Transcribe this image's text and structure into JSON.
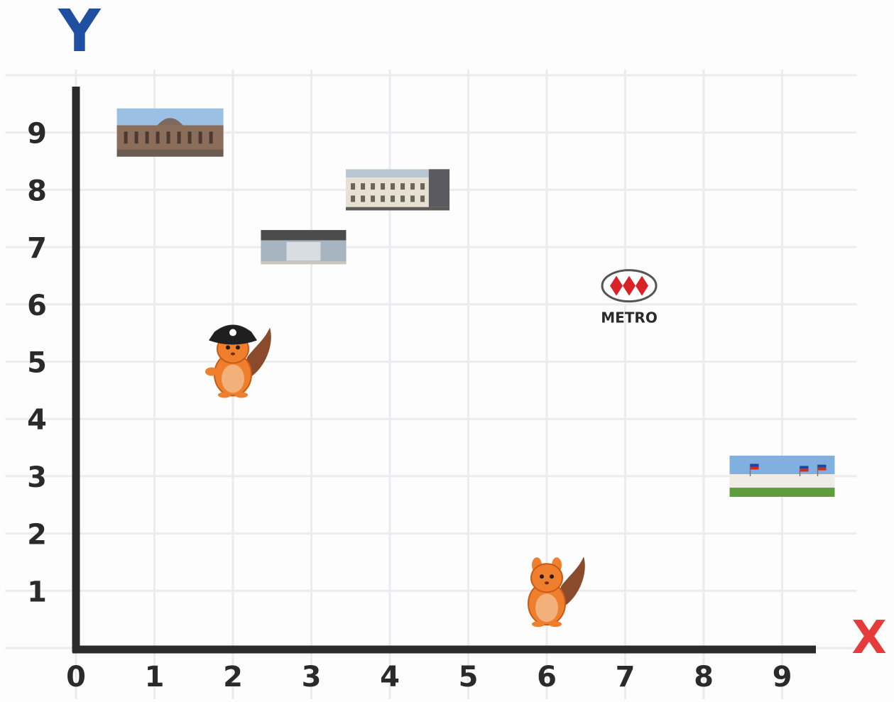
{
  "axes": {
    "y_title": "Y",
    "x_title": "X",
    "y_title_color": "#1f4fa0",
    "x_title_color": "#e53b3b",
    "axis_color": "#2a2a2a",
    "grid_color": "#ececef",
    "x_ticks": [
      "0",
      "1",
      "2",
      "3",
      "4",
      "5",
      "6",
      "7",
      "8",
      "9"
    ],
    "y_ticks": [
      "1",
      "2",
      "3",
      "4",
      "5",
      "6",
      "7",
      "8",
      "9"
    ],
    "grid_x_range": [
      -0.9,
      9.95
    ],
    "grid_y_range": [
      -0.1,
      10.1
    ]
  },
  "items": [
    {
      "id": "building-top-left",
      "kind": "building",
      "icon": "building-photo-icon",
      "x": 1.2,
      "y": 9
    },
    {
      "id": "building-storefront",
      "kind": "storefront",
      "icon": "storefront-photo-icon",
      "x": 2.9,
      "y": 7
    },
    {
      "id": "building-classic",
      "kind": "building",
      "icon": "building-photo-icon",
      "x": 4.1,
      "y": 8
    },
    {
      "id": "metro-logo",
      "kind": "logo",
      "icon": "metro-logo-icon",
      "label": "METRO",
      "x": 7.05,
      "y": 6.2
    },
    {
      "id": "palace",
      "kind": "palace",
      "icon": "palace-photo-icon",
      "x": 9,
      "y": 3
    },
    {
      "id": "pirate-squirrel",
      "kind": "pirate-squirrel",
      "icon": "pirate-squirrel-icon",
      "x": 2,
      "y": 5
    },
    {
      "id": "squirrel",
      "kind": "squirrel",
      "icon": "squirrel-icon",
      "x": 6,
      "y": 1
    }
  ],
  "colors": {
    "squirrel_body": "#ef7f2d",
    "squirrel_belly": "#f2b07a",
    "squirrel_tail": "#8a4a2c",
    "metro_red": "#d92127",
    "sky": "#9cc0e4"
  }
}
